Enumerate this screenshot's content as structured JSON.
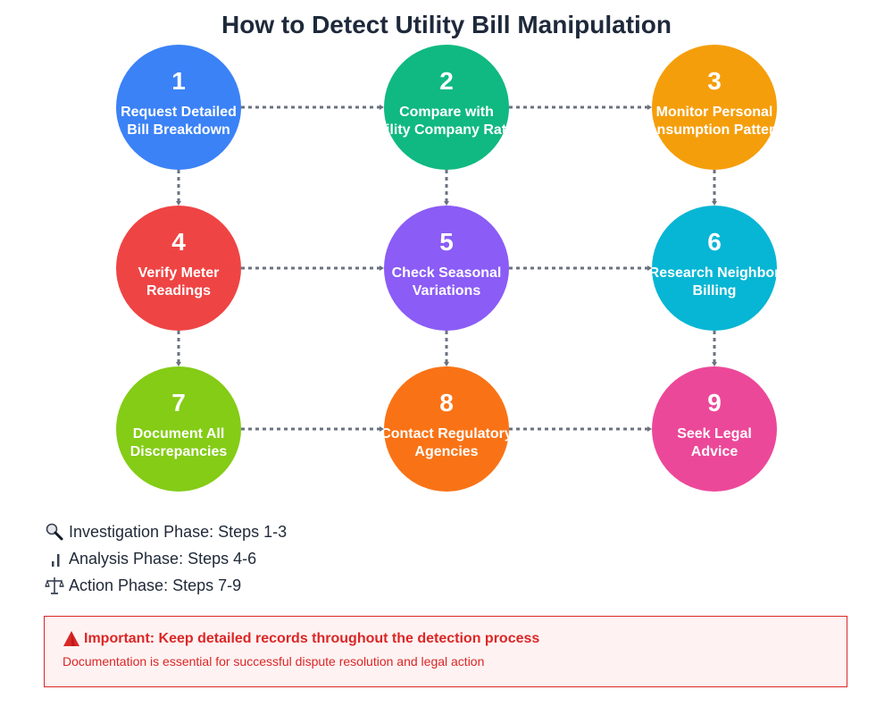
{
  "title": "How to Detect Utility Bill Manipulation",
  "steps": [
    {
      "number": "1",
      "lines": [
        "Request Detailed",
        "Bill Breakdown"
      ],
      "color": "#3b82f6"
    },
    {
      "number": "2",
      "lines": [
        "Compare with",
        "Utility Company Rates"
      ],
      "color": "#10b981"
    },
    {
      "number": "3",
      "lines": [
        "Monitor Personal",
        "Consumption Patterns"
      ],
      "color": "#f59e0b"
    },
    {
      "number": "4",
      "lines": [
        "Verify Meter",
        "Readings"
      ],
      "color": "#ef4444"
    },
    {
      "number": "5",
      "lines": [
        "Check Seasonal",
        "Variations"
      ],
      "color": "#8b5cf6"
    },
    {
      "number": "6",
      "lines": [
        "Research Neighbor",
        "Billing"
      ],
      "color": "#06b6d4"
    },
    {
      "number": "7",
      "lines": [
        "Document All",
        "Discrepancies"
      ],
      "color": "#84cc16"
    },
    {
      "number": "8",
      "lines": [
        "Contact Regulatory",
        "Agencies"
      ],
      "color": "#f97316"
    },
    {
      "number": "9",
      "lines": [
        "Seek Legal",
        "Advice"
      ],
      "color": "#ec4899"
    }
  ],
  "connector_color": "#6b7280",
  "legend": [
    {
      "icon": "magnifier-icon",
      "text": "Investigation Phase: Steps 1-3"
    },
    {
      "icon": "bar-chart-icon",
      "text": "Analysis Phase: Steps 4-6"
    },
    {
      "icon": "scales-icon",
      "text": "Action Phase: Steps 7-9"
    }
  ],
  "alert": {
    "icon": "warning-icon",
    "title": "Important: Keep detailed records throughout the detection process",
    "description": "Documentation is essential for successful dispute resolution and legal action",
    "color": "#dc2626"
  }
}
